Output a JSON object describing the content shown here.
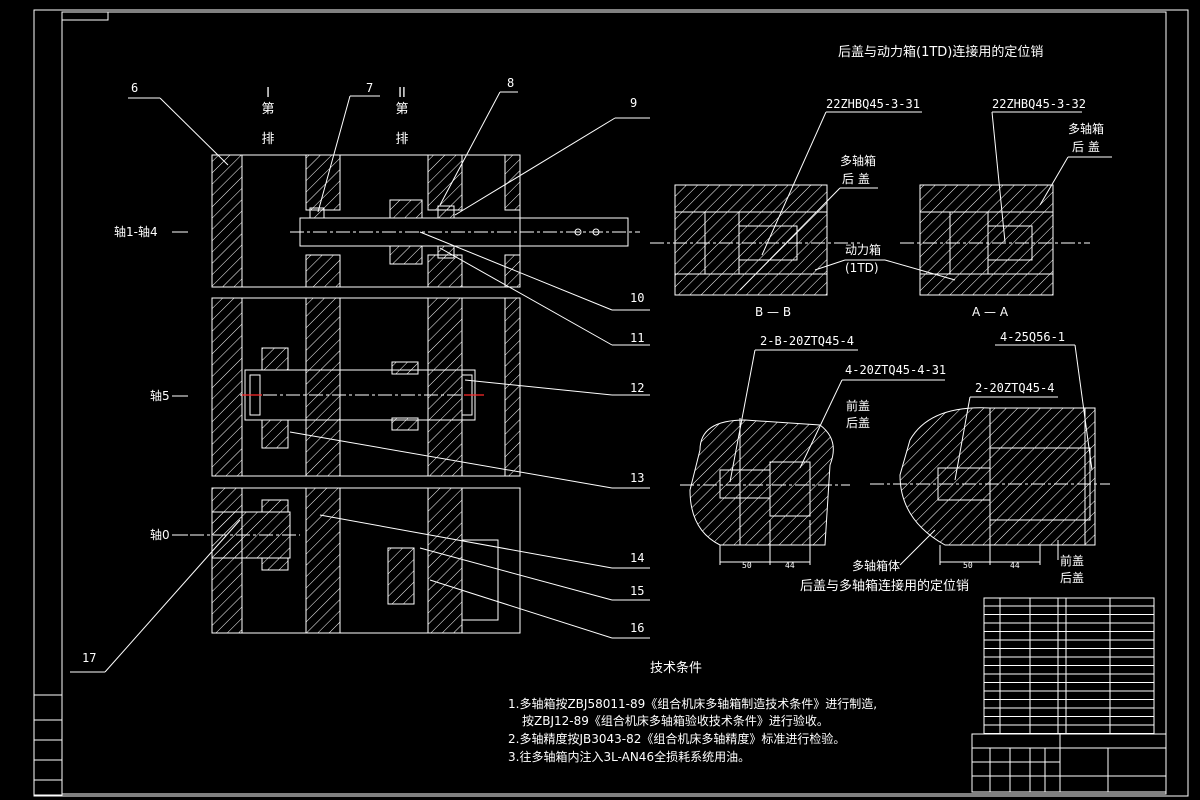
{
  "titles": {
    "pin_rear_cover_power_box": "后盖与动力箱(1TD)连接用的定位销",
    "pin_rear_cover_multi_box": "后盖与多轴箱连接用的定位销"
  },
  "rows": {
    "row1_char1": "第",
    "row1_char2": "排",
    "row1_roman": "I",
    "row2_char1": "第",
    "row2_char2": "排",
    "row2_roman": "II"
  },
  "axis_labels": {
    "axis_1_4": "轴1-轴4",
    "axis_5": "轴5",
    "axis_0": "轴0"
  },
  "callouts": [
    "6",
    "7",
    "8",
    "9",
    "10",
    "11",
    "12",
    "13",
    "14",
    "15",
    "16",
    "17"
  ],
  "parts": {
    "p1": "22ZHBQ45-3-31",
    "p2": "22ZHBQ45-3-32",
    "p3": "2-B-20ZTQ45-4",
    "p4": "4-20ZTQ45-4-31",
    "p5": "2-20ZTQ45-4",
    "p6": "4-25Q56-1"
  },
  "notes": {
    "multi_box_rear1": "多轴箱",
    "rear_cover1": "后  盖",
    "power_box": "动力箱",
    "power_box_code": "(1TD)",
    "multi_box_rear2": "多轴箱",
    "rear_cover2": "后  盖",
    "front_cover1": "前盖",
    "rear_cover3": "后盖",
    "multi_box_body": "多轴箱体",
    "front_cover2": "前盖",
    "rear_cover4": "后盖"
  },
  "sections": {
    "bb": "B — B",
    "aa": "A — A"
  },
  "dims": {
    "d50a": "50",
    "d44a": "44",
    "d50b": "50",
    "d44b": "44"
  },
  "tech": {
    "heading": "技术条件",
    "line1": "1.多轴箱按ZBJ58011-89《组合机床多轴箱制造技术条件》进行制造,",
    "line2": "按ZBJ12-89《组合机床多轴箱验收技术条件》进行验收。",
    "line3": "2.多轴精度按JB3043-82《组合机床多轴精度》标准进行检验。",
    "line4": "3.往多轴箱内注入3L-AN46全损耗系统用油。"
  },
  "colors": {
    "background": "#000000",
    "lines": "#ffffff",
    "accent": "#ffd400",
    "red": "#ff2a2a"
  }
}
